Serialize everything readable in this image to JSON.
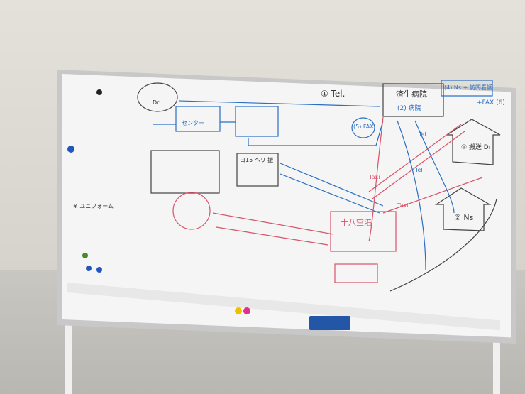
{
  "scene": "whiteboard",
  "board_text": {
    "tel_top": "① Tel.",
    "hospital": "済生病院",
    "hospital_sub": "(2) 病院",
    "ns_note": "(4) Ns + 訪問看護",
    "fax_note": "+FAX (6)",
    "fax_circle": "(5) FAX",
    "doctor_house": "① 搬送 Dr",
    "ns_house": "② Ns",
    "tel_side": "Tel",
    "tel_side2": "Tel",
    "taxi1": "Taxi",
    "taxi2": "Taxi",
    "airport": "十八空港",
    "label_15": "ヨ15 ヘリ 搬",
    "dr_circle": "Dr.",
    "center": "センター",
    "bullet3": "※ ユニフォーム"
  },
  "colors": {
    "board": "#f4f5f4",
    "blue_marker": "#2a6fc4",
    "red_marker": "#d9536a",
    "black_marker": "#333333",
    "eraser": "#2456a8"
  }
}
